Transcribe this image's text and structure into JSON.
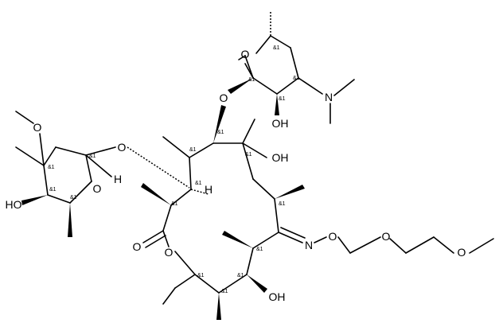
{
  "atoms": {
    "o_sugar1_ring": "O",
    "o_sugar1_link": "O",
    "n_dimethylamino": "N",
    "oh_sugar1": "OH",
    "o_methoxy": "O",
    "oh_cladinose": "HO",
    "o_cladinose_ring": "O",
    "h_anomeric": "H",
    "o_cladinose_link": "O",
    "oh_c6": "OH",
    "h_c4": "H",
    "o_carbonyl": "O",
    "o_lactone": "O",
    "n_oxime": "N",
    "o_oxime": "O",
    "o_ether1": "O",
    "o_ether2": "O",
    "oh_c11": "OH"
  },
  "stereo_tag": "&1"
}
